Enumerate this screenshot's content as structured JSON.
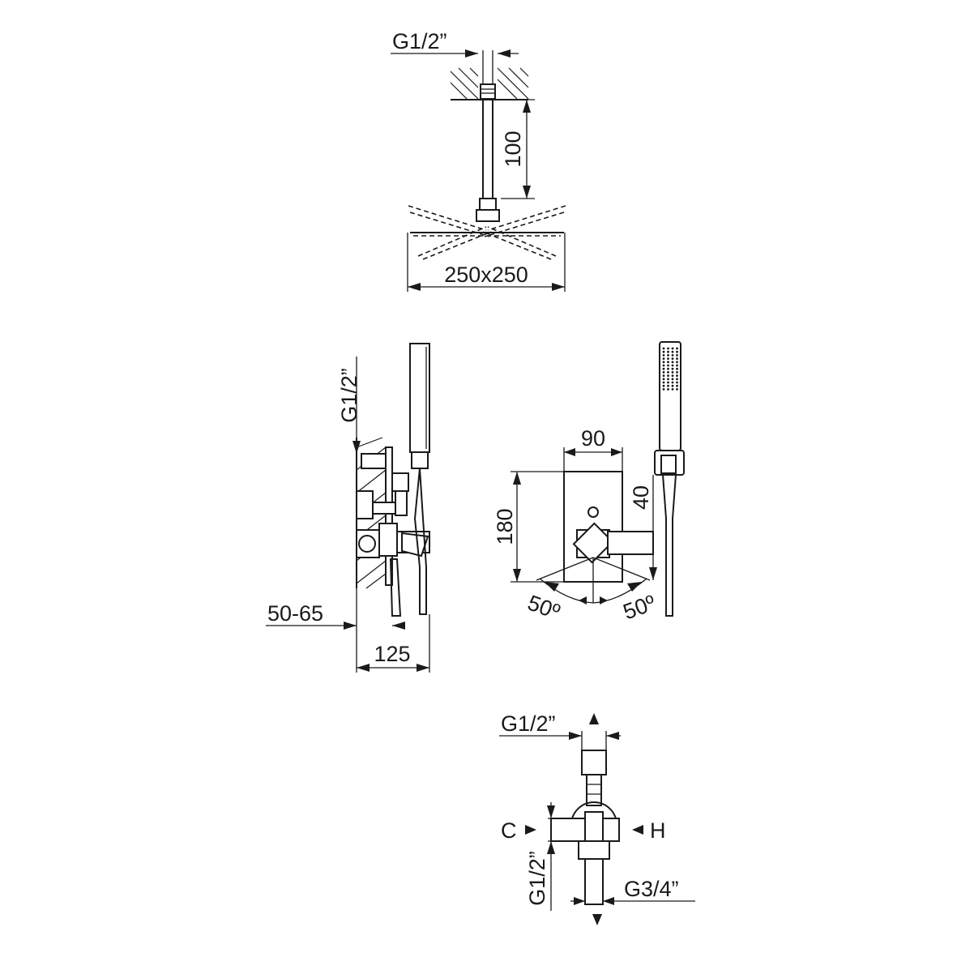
{
  "views": {
    "head": {
      "thread_label": "G1/2”",
      "arm_length_label": "100",
      "head_size_label": "250x250"
    },
    "side": {
      "thread_label": "G1/2”",
      "wall_depth_label": "50-65",
      "depth_label": "125"
    },
    "front": {
      "width_label": "90",
      "height_label": "180",
      "offset_label": "40",
      "angle_left_label": "50º",
      "angle_right_label": "50º"
    },
    "body": {
      "top_thread_label": "G1/2”",
      "cold_label": "C",
      "hot_label": "H",
      "side_thread_label": "G1/2”",
      "bottom_thread_label": "G3/4”"
    }
  },
  "colors": {
    "line": "#1a1a1a",
    "background": "#ffffff"
  }
}
